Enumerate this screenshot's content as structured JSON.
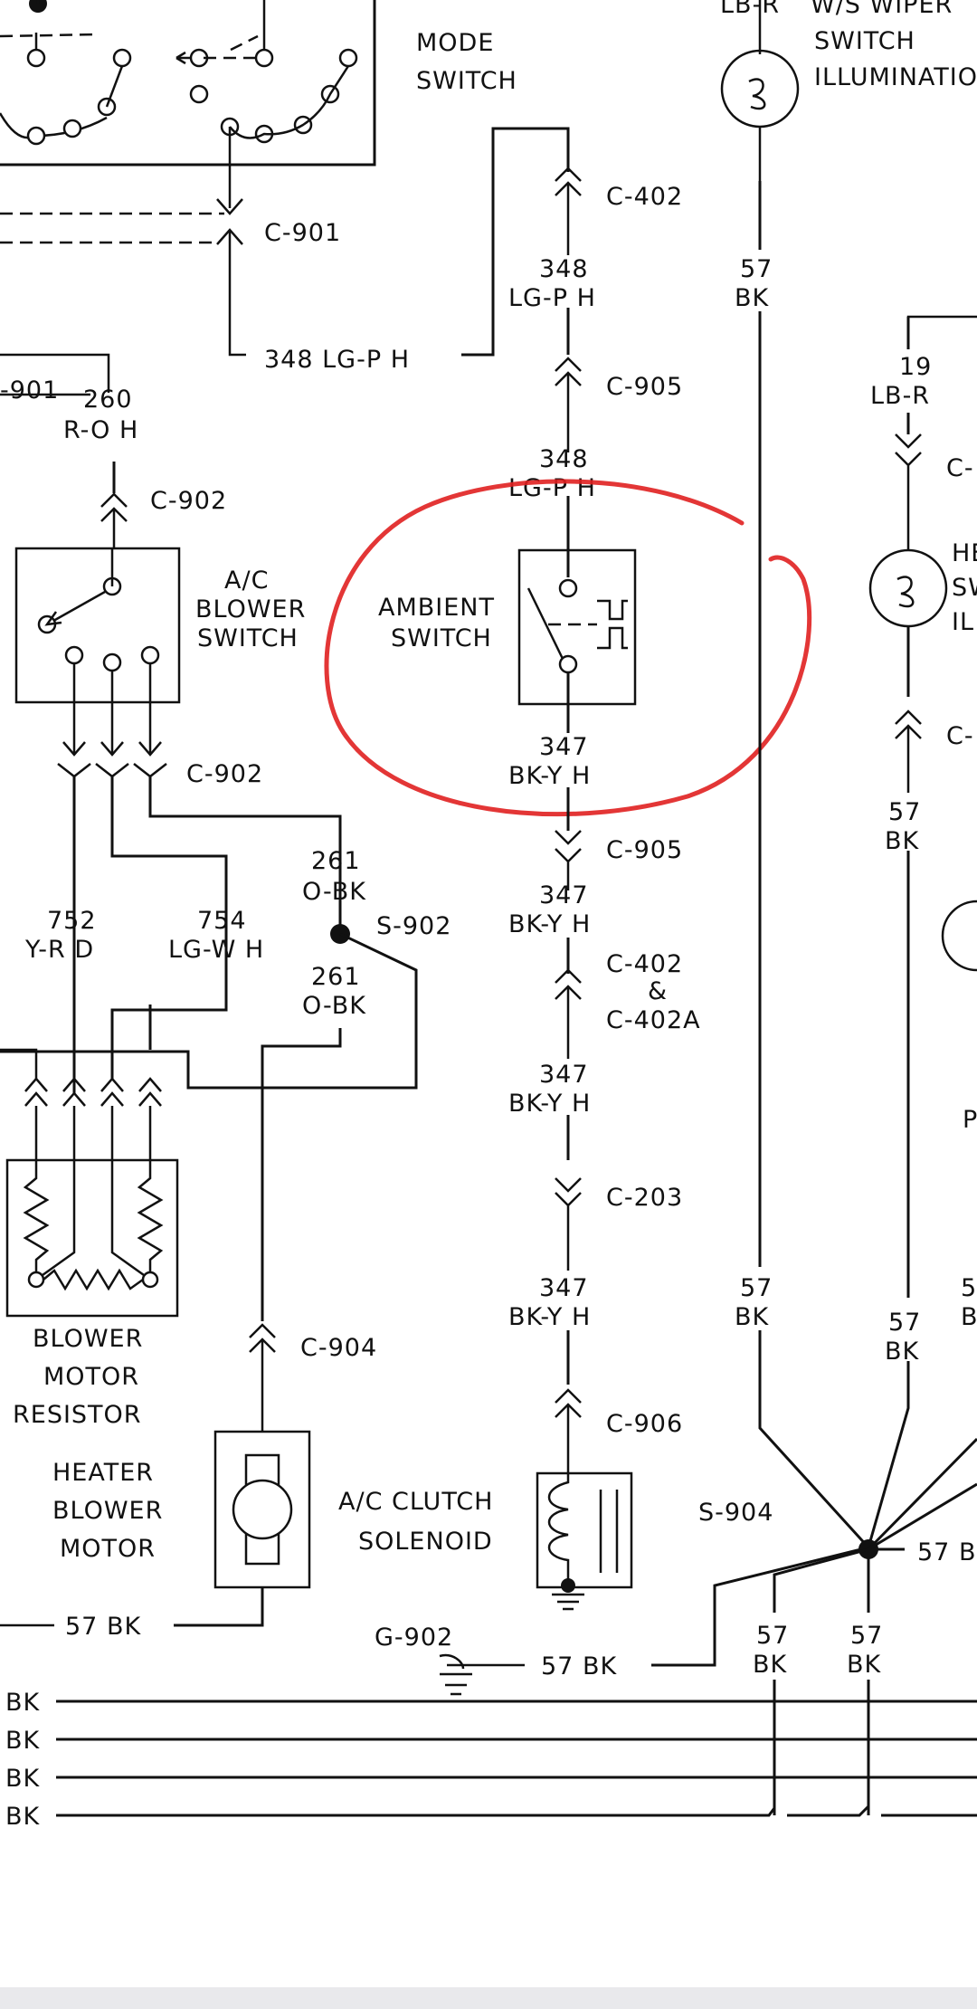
{
  "labels": {
    "mode_switch": [
      "MODE",
      "SWITCH"
    ],
    "wiper_switch": [
      "W/S WIPER",
      "SWITCH",
      "ILLUMINATION"
    ],
    "wiper_wire_top": "LB-R",
    "ac_blower_switch": [
      "A/C",
      "BLOWER",
      "SWITCH"
    ],
    "ambient_switch": [
      "AMBIENT",
      "SWITCH"
    ],
    "blower_motor_resistor": [
      "BLOWER",
      "MOTOR",
      "RESISTOR"
    ],
    "heater_blower_motor": [
      "HEATER",
      "BLOWER",
      "MOTOR"
    ],
    "ac_clutch_solenoid": [
      "A/C CLUTCH",
      "SOLENOID"
    ]
  },
  "connectors": {
    "c402": "C-402",
    "c901": "C-901",
    "c905": "C-905",
    "c902": "C-902",
    "c402_402a": [
      "C-402",
      "&",
      "C-402A"
    ],
    "c203": "C-203",
    "c904": "C-904",
    "c906": "C-906",
    "c_partial": "C-"
  },
  "splices": {
    "s902": "S-902",
    "s904": "S-904"
  },
  "grounds": {
    "g902": "G-902"
  },
  "wires": {
    "w348_lgp": [
      "348",
      "LG-P H"
    ],
    "w348_lgp_inline": "348 LG-P H",
    "w260": [
      "260",
      "R-O H"
    ],
    "w901_partial": "-901",
    "w347": [
      "347",
      "BK-Y H"
    ],
    "w261": [
      "261",
      "O-BK"
    ],
    "w752": [
      "752",
      "Y-R D"
    ],
    "w754": [
      "754",
      "LG-W H"
    ],
    "w57": [
      "57",
      "BK"
    ],
    "w57_inline": "57 BK",
    "w19": [
      "19",
      "LB-R"
    ],
    "bk": "BK",
    "w57_partial": "57 B"
  },
  "partial_text": {
    "right_edge_1": [
      "HE",
      "SW",
      "IL"
    ],
    "right_edge_2": "P",
    "right_edge_3": [
      "5",
      "B"
    ]
  },
  "colors": {
    "ink": "#111111",
    "highlight": "#e02020",
    "background": "#ffffff"
  }
}
